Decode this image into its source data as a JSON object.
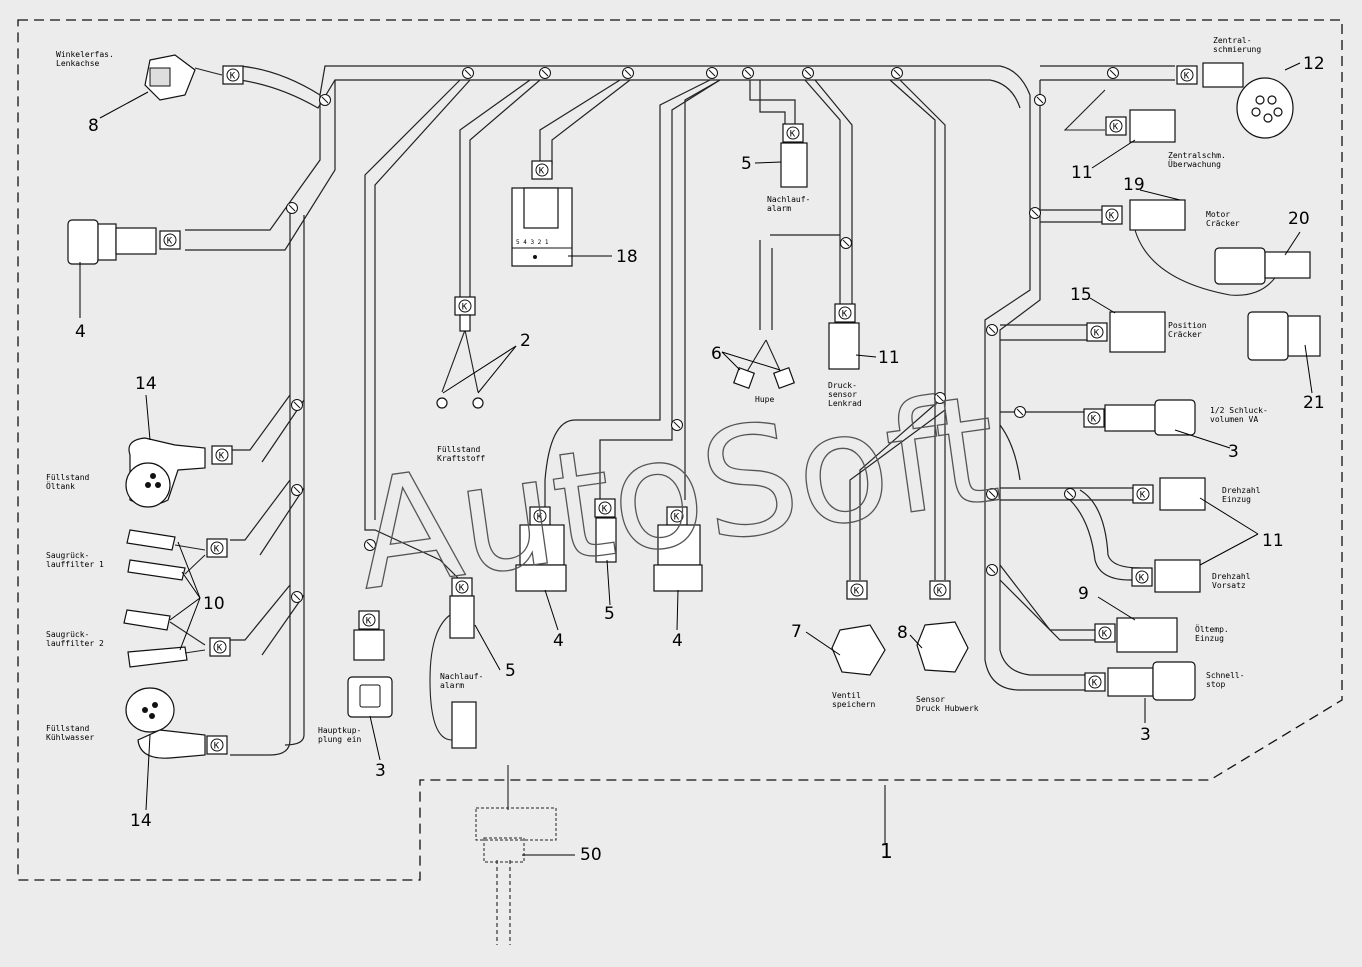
{
  "diagram": {
    "watermark": "AutoSoft",
    "clip_marker": "K",
    "part_numbers": {
      "n1": "1",
      "n2": "2",
      "n3a": "3",
      "n3b": "3",
      "n3c": "3",
      "n4a": "4",
      "n4b": "4",
      "n4c": "4",
      "n5a": "5",
      "n5b": "5",
      "n5c": "5",
      "n6": "6",
      "n7": "7",
      "n8a": "8",
      "n8b": "8",
      "n9": "9",
      "n10": "10",
      "n11a": "11",
      "n11b": "11",
      "n11c": "11",
      "n12": "12",
      "n14a": "14",
      "n14b": "14",
      "n15": "15",
      "n18": "18",
      "n19": "19",
      "n20": "20",
      "n21": "21",
      "n50": "50"
    },
    "labels": {
      "winkelerfase_1": "Winkelerfas.",
      "winkelerfase_2": "Lenkachse",
      "fuellstand_oeltank_1": "Füllstand",
      "fuellstand_oeltank_2": "Öltank",
      "saugrueck1_1": "Saugrück-",
      "saugrueck1_2": "lauffilter 1",
      "saugrueck2_1": "Saugrück-",
      "saugrueck2_2": "lauffilter 2",
      "fuellstand_kuehl_1": "Füllstand",
      "fuellstand_kuehl_2": "Kühlwasser",
      "hauptkupplung_1": "Hauptkup-",
      "hauptkupplung_2": "plung ein",
      "nachlauf_a_1": "Nachlauf-",
      "nachlauf_a_2": "alarm",
      "nachlauf_b_1": "Nachlauf-",
      "nachlauf_b_2": "alarm",
      "kraftstoff_1": "Füllstand",
      "kraftstoff_2": "Kraftstoff",
      "hupe": "Hupe",
      "drucksensor_1": "Druck-",
      "drucksensor_2": "sensor",
      "drucksensor_3": "Lenkrad",
      "ventil_1": "Ventil",
      "ventil_2": "speichern",
      "sensor_hub_1": "Sensor",
      "sensor_hub_2": "Druck Hubwerk",
      "zentral_1": "Zentral-",
      "zentral_2": "schmierung",
      "zentral_ueb_1": "Zentralschm.",
      "zentral_ueb_2": "Überwachung",
      "motor_1": "Motor",
      "motor_2": "Cräcker",
      "position_1": "Position",
      "position_2": "Cräcker",
      "schluck_1": "1/2 Schluck-",
      "schluck_2": "volumen VA",
      "drehzahl_e_1": "Drehzahl",
      "drehzahl_e_2": "Einzug",
      "drehzahl_v_1": "Drehzahl",
      "drehzahl_v_2": "Vorsatz",
      "oeltemp_1": "Öltemp.",
      "oeltemp_2": "Einzug",
      "schnell_1": "Schnell-",
      "schnell_2": "stop",
      "pins": "5 4 3 2 1"
    }
  }
}
